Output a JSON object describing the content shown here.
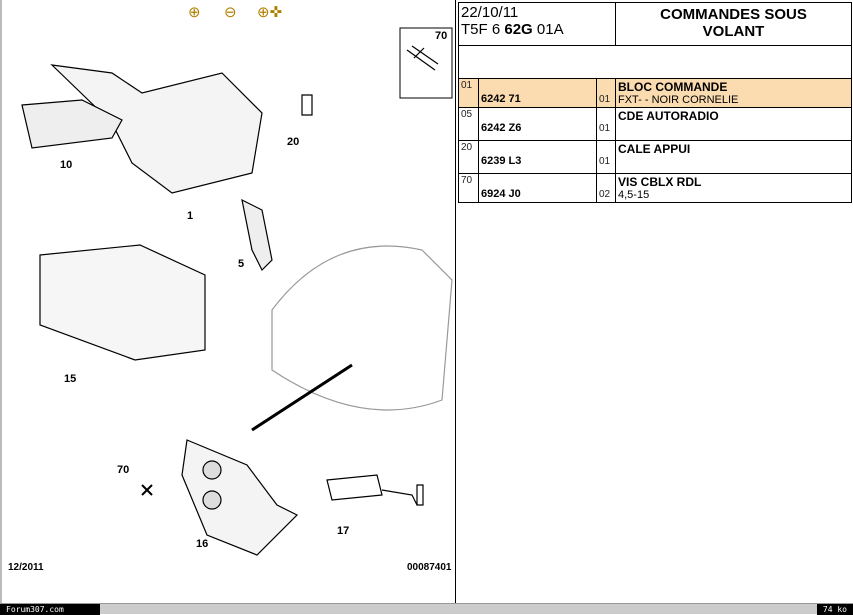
{
  "toolbar": {
    "zoom_in": "zoom-in-icon",
    "zoom_out": "zoom-out-icon",
    "pan": "zoom-pan-icon"
  },
  "diagram": {
    "callouts": [
      "70",
      "10",
      "20",
      "1",
      "5",
      "15",
      "70",
      "16",
      "17"
    ],
    "date": "12/2011",
    "ref": "00087401"
  },
  "header": {
    "date": "22/10/11",
    "code_prefix": "T5F 6 ",
    "code_bold": "62G",
    "code_suffix": " 01A",
    "title": "COMMANDES SOUS VOLANT"
  },
  "rows": [
    {
      "pos": "01",
      "ref": "6242 71",
      "qty": "01",
      "name": "BLOC COMMANDE",
      "detail": "FXT- - NOIR CORNELIE",
      "selected": true
    },
    {
      "pos": "05",
      "ref": "6242 Z6",
      "qty": "01",
      "name": "CDE AUTORADIO",
      "detail": ""
    },
    {
      "pos": "20",
      "ref": "6239 L3",
      "qty": "01",
      "name": "CALE APPUI",
      "detail": ""
    },
    {
      "pos": "70",
      "ref": "6924 J0",
      "qty": "02",
      "name": "VIS CBLX RDL",
      "detail": "4,5-15"
    }
  ],
  "status": {
    "site": "Forum307.com",
    "size": "74 ko"
  }
}
